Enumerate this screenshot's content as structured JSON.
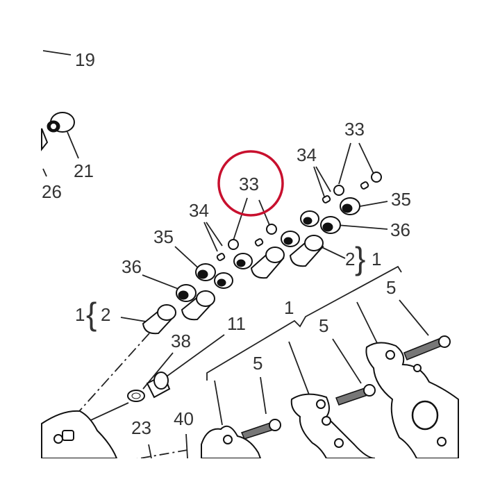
{
  "labels": {
    "l19": "19",
    "l21": "21",
    "l26": "26",
    "l33_top": "33",
    "l33_circled": "33",
    "l34_right": "34",
    "l34_left": "34",
    "l35_right": "35",
    "l35_left": "35",
    "l36_right": "36",
    "l36_left": "36",
    "l2_right": "2",
    "l1_right": "1",
    "l1_left": "1",
    "l2_left": "2",
    "l38": "38",
    "l11": "11",
    "l1_bottom": "1",
    "l5_a": "5",
    "l5_b": "5",
    "l5_c": "5",
    "l23": "23",
    "l40": "40"
  },
  "colors": {
    "highlight_circle": "#c8102e",
    "line": "#222222",
    "text": "#333333"
  }
}
